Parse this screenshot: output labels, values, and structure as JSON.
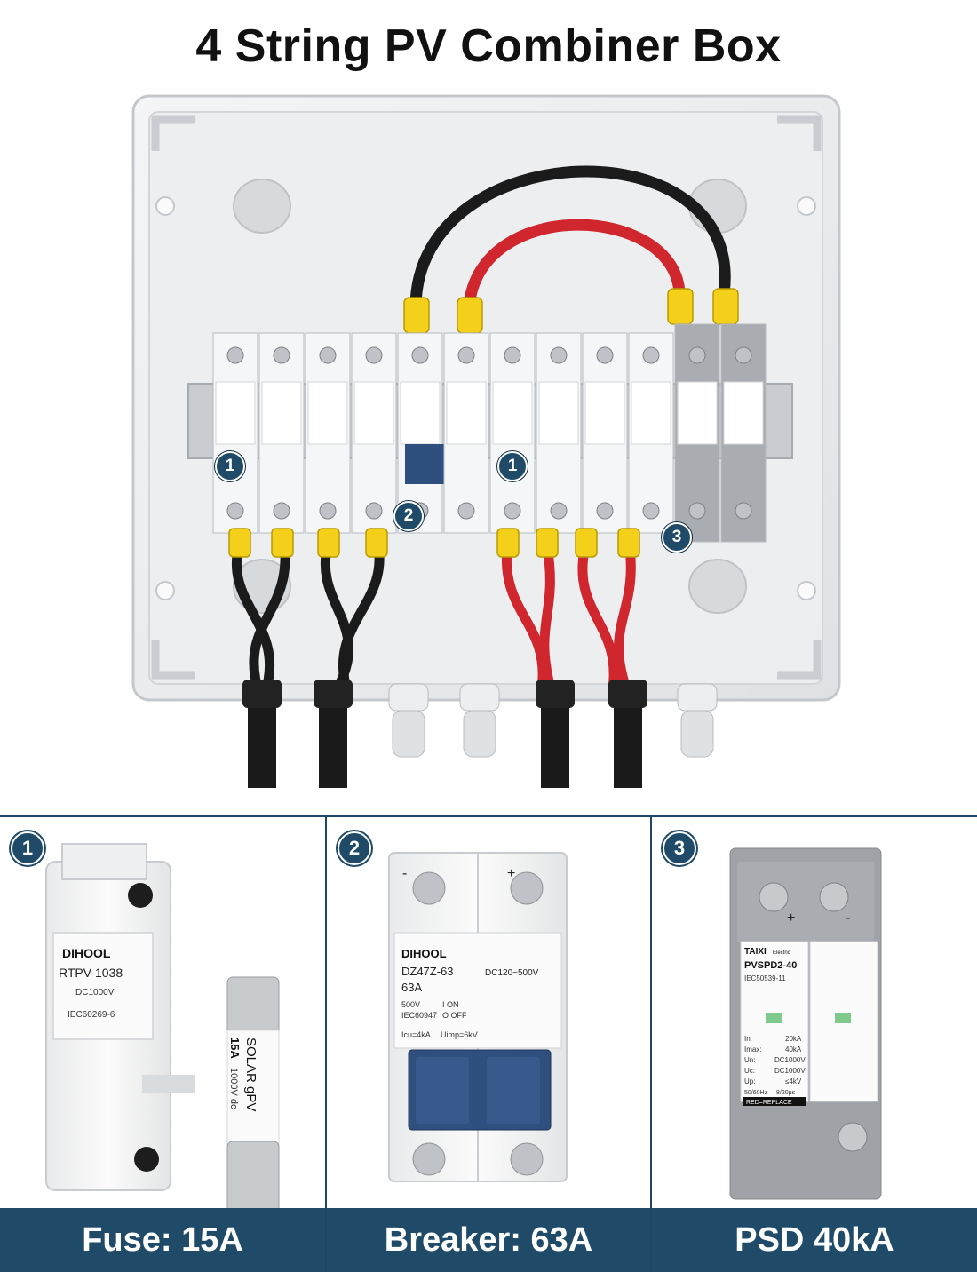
{
  "title": "4 String PV  Combiner Box",
  "main_photo": {
    "fuse_brand": "DIHOOL",
    "fuse_model": "RTPV-1038",
    "fuse_rating": "DC1000V",
    "fuse_standard": "IEC60269-6",
    "breaker_model": "DZ47Z-63",
    "breaker_current": "63A",
    "spd_model": "PVSPD2-40",
    "spd_standard": "IEC50539-11",
    "callouts": [
      "1",
      "2",
      "1",
      "3"
    ]
  },
  "panels": [
    {
      "number": "1",
      "caption": "Fuse: 15A",
      "holder_brand": "DIHOOL",
      "holder_model": "RTPV-1038",
      "holder_rating": "DC1000V",
      "holder_standard": "IEC60269-6",
      "fuse_text_1": "SOLAR gPV",
      "fuse_text_2": "15A",
      "fuse_text_3": "1000V dc"
    },
    {
      "number": "2",
      "caption": "Breaker: 63A",
      "brand": "DIHOOL",
      "model": "DZ47Z-63",
      "rating": "DC120~500V",
      "current": "63A",
      "voltage": "500V",
      "standard": "IEC60947",
      "on_label": "I ON",
      "off_label": "O OFF",
      "icu": "Icu=4kA",
      "uimp": "Uimp=6kV",
      "minus": "-",
      "plus": "+"
    },
    {
      "number": "3",
      "caption": "PSD 40kA",
      "brand": "TAIXI",
      "brand_sub": "Electric",
      "model": "PVSPD2-40",
      "standard": "IEC50539-11",
      "in_label": "In:",
      "in_value": "20kA",
      "imax_label": "Imax:",
      "imax_value": "40kA",
      "un_label": "Un:",
      "un_value": "DC1000V",
      "uc_label": "Uc:",
      "uc_value": "DC1000V",
      "up_label": "Up:",
      "up_value": "≤4kV",
      "freq": "50/60Hz",
      "wave": "8/20μs",
      "replace": "RED=REPLACE",
      "plus": "+",
      "minus": "-"
    }
  ]
}
